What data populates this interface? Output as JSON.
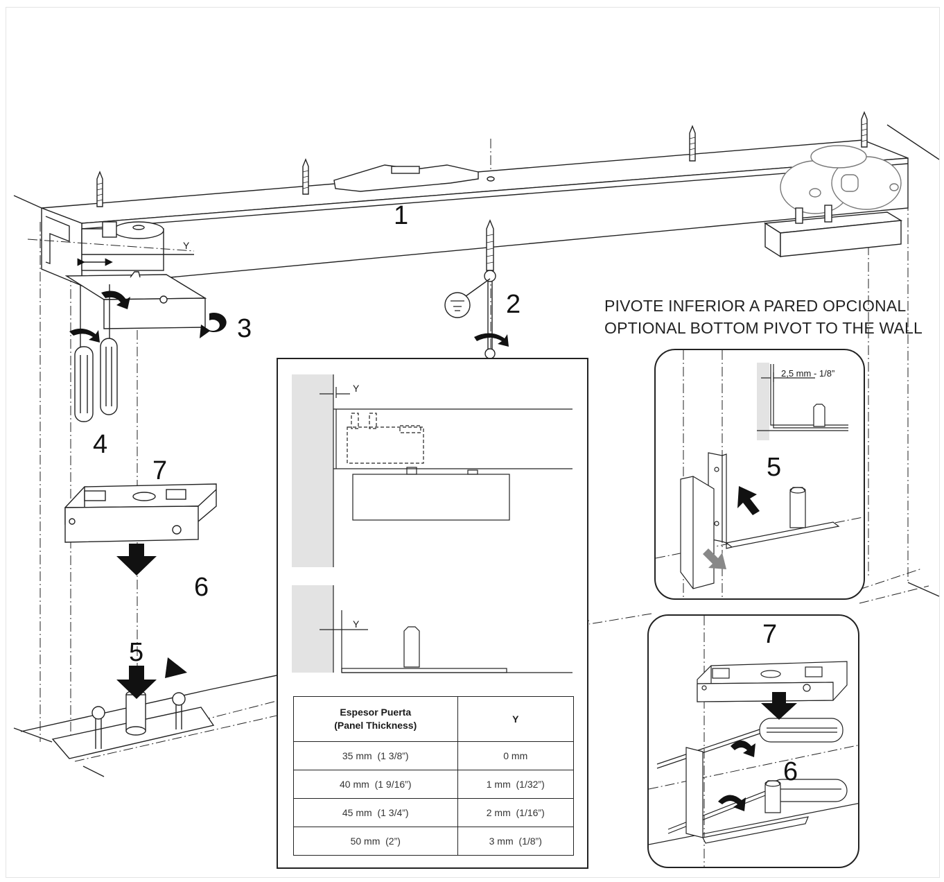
{
  "steps": {
    "s1": "1",
    "s2": "2",
    "s3": "3",
    "s4": "4",
    "s7": "7",
    "s6": "6",
    "s5": "5",
    "inset_top_5": "5",
    "inset_bottom_7": "7",
    "inset_bottom_6": "6"
  },
  "y_labels": {
    "top_rail": "Y",
    "panel_top": "Y",
    "panel_bottom": "Y"
  },
  "optional_pivot": {
    "heading_es": "PIVOTE INFERIOR A PARED OPCIONAL",
    "heading_en": "OPTIONAL BOTTOM PIVOT TO THE WALL",
    "gap_label": "2,5 mm - 1/8”"
  },
  "thickness_table": {
    "header_col1_line1": "Espesor Puerta",
    "header_col1_line2": "(Panel Thickness)",
    "header_col2": "Y",
    "rows": [
      {
        "thickness": "35 mm  (1 3/8”)",
        "y": "0 mm"
      },
      {
        "thickness": "40 mm  (1 9/16”)",
        "y": "1 mm  (1/32”)"
      },
      {
        "thickness": "45 mm  (1 3/4”)",
        "y": "2 mm  (1/16”)"
      },
      {
        "thickness": "50 mm  (2”)",
        "y": "3 mm  (1/8”)"
      }
    ]
  },
  "colors": {
    "line": "#222222",
    "wall_grey": "#e3e3e3",
    "arrow": "#111111"
  }
}
